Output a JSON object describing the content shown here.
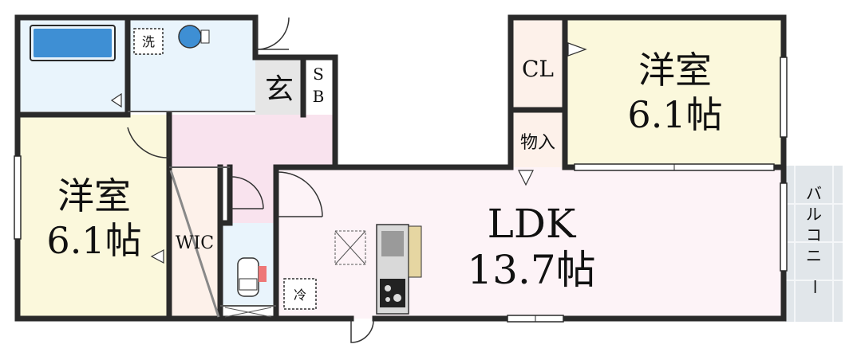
{
  "rooms": {
    "western_right": {
      "name": "洋室",
      "size": "6.1帖"
    },
    "western_left": {
      "name": "洋室",
      "size": "6.1帖"
    },
    "ldk": {
      "name": "LDK",
      "size": "13.7帖"
    },
    "closet": "CL",
    "storage": "物入",
    "walk_in_closet": "WIC",
    "entrance": "玄",
    "shoe_box": [
      "S",
      "B"
    ],
    "balcony": [
      "バ",
      "ル",
      "コ",
      "ニ",
      "ー"
    ]
  },
  "fixtures": {
    "washer": "洗",
    "fridge": "冷"
  },
  "colors": {
    "wall": "#2a2a2a",
    "western_room": "#fbf8dc",
    "ldk": "#fdf3f7",
    "closet": "#fdf1ea",
    "bath": "#e9f4fc",
    "corridor": "#f9e3ee",
    "entrance": "#e6e6e6",
    "balcony": "#e1e6ea"
  }
}
